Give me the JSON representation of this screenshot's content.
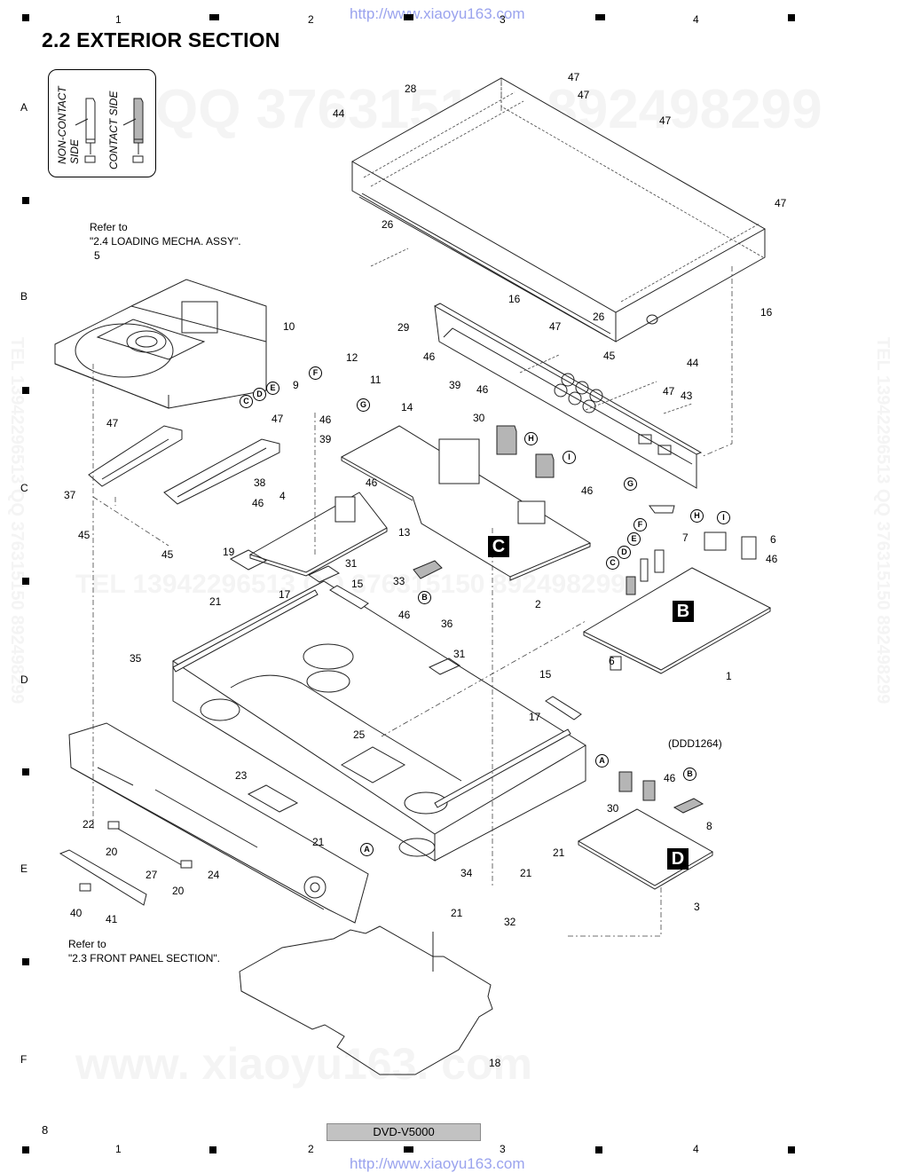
{
  "header": {
    "url_watermark": "http://www.xiaoyu163.com",
    "section_title": "2.2  EXTERIOR SECTION",
    "column_numbers": [
      "1",
      "2",
      "3",
      "4"
    ],
    "row_letters": [
      "A",
      "B",
      "C",
      "D",
      "E",
      "F"
    ]
  },
  "legend": {
    "non_contact_label_line1": "NON-CONTACT",
    "non_contact_label_line2": "SIDE",
    "contact_label": "CONTACT SIDE"
  },
  "notes": {
    "loading_mecha_line1": "Refer to",
    "loading_mecha_line2": "\"2.4 LOADING MECHA. ASSY\".",
    "front_panel_line1": "Refer to",
    "front_panel_line2": "\"2.3 FRONT PANEL SECTION\".",
    "part_code": "(DDD1264)"
  },
  "board_tags": {
    "B": "B",
    "C": "C",
    "D": "D"
  },
  "connector_refs": [
    "A",
    "B",
    "C",
    "D",
    "E",
    "F",
    "G",
    "H",
    "I"
  ],
  "part_labels": {
    "p1": "1",
    "p2": "2",
    "p3": "3",
    "p4": "4",
    "p5": "5",
    "p6a": "6",
    "p6b": "6",
    "p7": "7",
    "p8": "8",
    "p9": "9",
    "p10": "10",
    "p11": "11",
    "p12": "12",
    "p13": "13",
    "p14": "14",
    "p15a": "15",
    "p15b": "15",
    "p16a": "16",
    "p16b": "16",
    "p17a": "17",
    "p17b": "17",
    "p18": "18",
    "p19": "19",
    "p20a": "20",
    "p20b": "20",
    "p21a": "21",
    "p21b": "21",
    "p21c": "21",
    "p21d": "21",
    "p21e": "21",
    "p22": "22",
    "p23": "23",
    "p24": "24",
    "p25": "25",
    "p26a": "26",
    "p26b": "26",
    "p27": "27",
    "p28": "28",
    "p29": "29",
    "p30a": "30",
    "p30b": "30",
    "p31a": "31",
    "p31b": "31",
    "p32": "32",
    "p33": "33",
    "p34": "34",
    "p35": "35",
    "p36": "36",
    "p37": "37",
    "p38": "38",
    "p39a": "39",
    "p39b": "39",
    "p40": "40",
    "p41": "41",
    "p43": "43",
    "p44a": "44",
    "p44b": "44",
    "p45a": "45",
    "p45b": "45",
    "p45c": "45",
    "p46a": "46",
    "p46b": "46",
    "p46c": "46",
    "p46d": "46",
    "p46e": "46",
    "p46f": "46",
    "p46g": "46",
    "p46h": "46",
    "p47a": "47",
    "p47b": "47",
    "p47c": "47",
    "p47d": "47",
    "p47e": "47",
    "p47f": "47",
    "p47g": "47",
    "p47h": "47"
  },
  "footer": {
    "page_number": "8",
    "model": "DVD-V5000",
    "url_watermark": "http://www.xiaoyu163.com"
  },
  "watermarks": {
    "top_qq": "QQ 376315150   892498299",
    "mid_tel": "TEL 13942296513   QQ 376315150   892498299",
    "side_tel": "TEL 13942296513   QQ 376315150   892498299",
    "bottom_url": "www. xiaoyu163. com"
  }
}
